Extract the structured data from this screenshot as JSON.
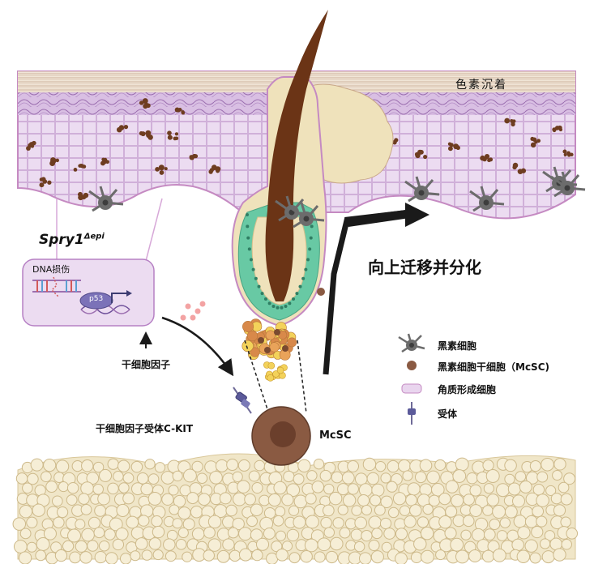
{
  "labels": {
    "pigmentation": "色素沉着",
    "migrate": "向上迁移并分化",
    "gene": "Spry1",
    "gene_sup": "Δepi",
    "dna_damage": "DNA损伤",
    "p53": "p53",
    "scf": "干细胞因子",
    "receptor_ckit": "干细胞因子受体C-KIT",
    "mcsc": "McSC"
  },
  "legend": {
    "items": [
      {
        "icon": "melanocyte-icon",
        "label": "黑素细胞"
      },
      {
        "icon": "mcsc-icon",
        "label": "黑素细胞干细胞（McSC)"
      },
      {
        "icon": "keratinocyte-icon",
        "label": "角质形成细胞"
      },
      {
        "icon": "receptor-icon",
        "label": "受体"
      }
    ]
  },
  "colors": {
    "skin_stripes": "#e7d6c4",
    "keratinocyte": "#e9d5ee",
    "keratinocyte_dark": "#c9a5d4",
    "epidermis_border": "#c58ac2",
    "follicle": "#efe2bb",
    "hair": "#6b3416",
    "sheath": "#68c9a4",
    "fat": "#f0e6c8",
    "melanin": "#6e3d20",
    "melanocyte": "#6c6c6c",
    "mcsc": "#8a5a42",
    "arrow": "#1a1a1a"
  }
}
